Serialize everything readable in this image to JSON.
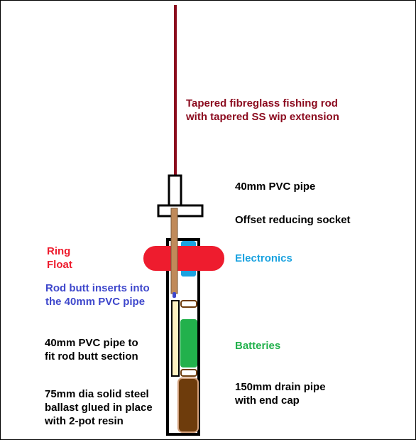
{
  "labels": {
    "rod": "Tapered fibreglass fishing rod\nwith tapered SS wip extension",
    "pvc_40": "40mm PVC pipe",
    "socket": "Offset reducing socket",
    "electronics": "Electronics",
    "ring_float": "Ring\nFloat",
    "rod_butt": "Rod butt inserts into\nthe 40mm PVC pipe",
    "pvc_fit": "40mm PVC pipe to\nfit rod butt section",
    "batteries": "Batteries",
    "drain_pipe": "150mm drain pipe\nwith end cap",
    "ballast": "75mm dia solid steel\nballast glued in place\nwith 2-pot resin"
  },
  "colors": {
    "rod": "#8b0a1e",
    "pvc_label": "#000000",
    "socket_label": "#000000",
    "electronics": "#1ba3e0",
    "ring_float": "#ee1c2e",
    "rod_butt": "#3f48cc",
    "batteries": "#22b14c",
    "ballast": "#6e3c0c",
    "rod_butt_fill": "#c08a5a",
    "liner_fill": "#fff2c2",
    "outline": "#000000"
  }
}
